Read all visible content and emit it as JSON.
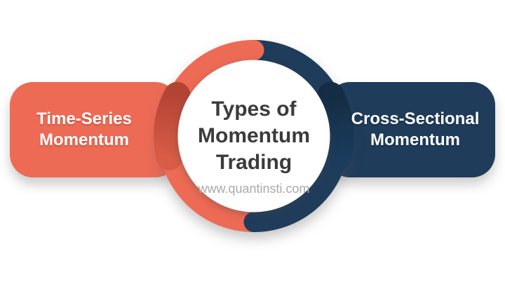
{
  "diagram": {
    "center": {
      "title_line1": "Types of",
      "title_line2": "Momentum",
      "title_line3": "Trading",
      "website": "www.quantinsti.com"
    },
    "left_branch": {
      "label_line1": "Time-Series",
      "label_line2": "Momentum"
    },
    "right_branch": {
      "label_line1": "Cross-Sectional",
      "label_line2": "Momentum"
    }
  },
  "colors": {
    "coral": "#ed6a55",
    "coral_dark": "#c14c3a",
    "navy": "#1f3c5b",
    "navy_dark": "#16304a",
    "title": "#3b3b3d",
    "website": "#a9a9a9",
    "label": "#ffffff",
    "background": "#ffffff"
  }
}
